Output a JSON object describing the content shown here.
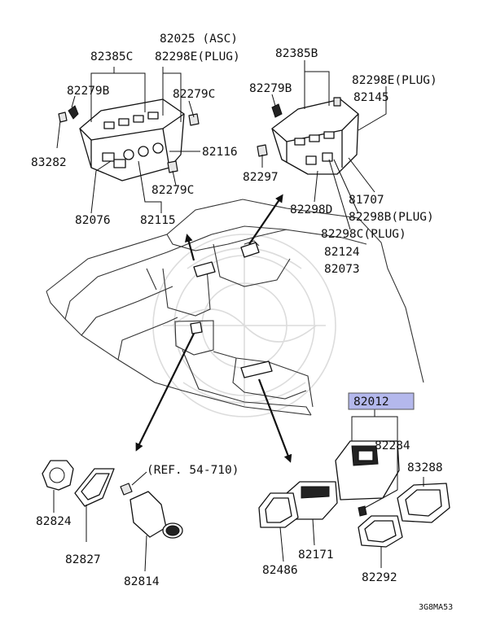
{
  "diagram": {
    "highlight_color": "#b4b8ec",
    "footer_code": "3G8MA53",
    "labels": {
      "l82025": "82025 (ASC)",
      "l82385c": "82385C",
      "l82298e_left": "82298E(PLUG)",
      "l82279b_left": "82279B",
      "l82279c_top": "82279C",
      "l83282": "83282",
      "l82116": "82116",
      "l82279c_bot": "82279C",
      "l82076": "82076",
      "l82115": "82115",
      "l82385b": "82385B",
      "l82279b_right": "82279B",
      "l82298e_right": "82298E(PLUG)",
      "l82145": "82145",
      "l82297": "82297",
      "l81707": "81707",
      "l82298d": "82298D",
      "l82298b": "82298B(PLUG)",
      "l82298c": "82298C(PLUG)",
      "l82124": "82124",
      "l82073": "82073",
      "l82012": "82012",
      "l82284": "82284",
      "l83288": "83288",
      "l82824": "82824",
      "l82827": "82827",
      "lref": "(REF. 54-710)",
      "l82814": "82814",
      "l82486": "82486",
      "l82171": "82171",
      "l82292": "82292"
    }
  }
}
